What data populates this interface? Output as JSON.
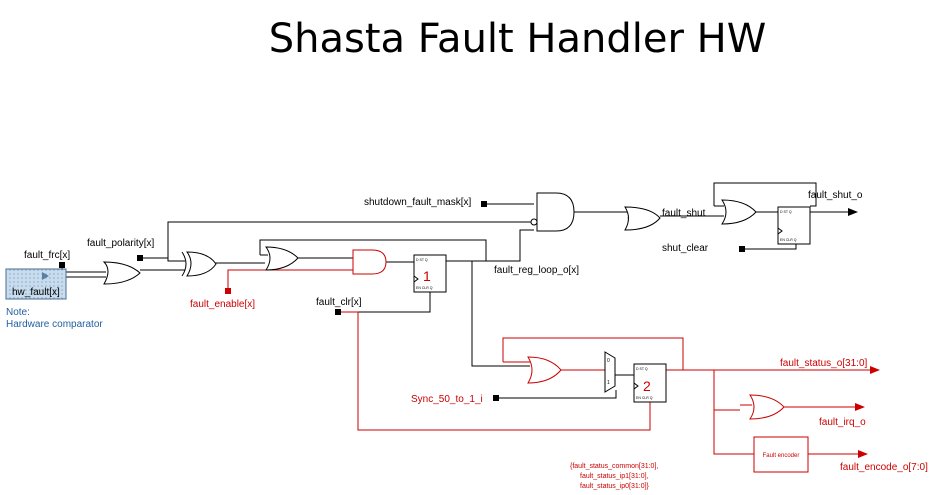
{
  "title": "Shasta Fault Handler HW",
  "signals": {
    "fault_frc": "fault_frc[x]",
    "fault_polarity": "fault_polarity[x]",
    "hw_fault": "hw_fault[x]",
    "note_line1": "Note:",
    "note_line2": "Hardware comparator",
    "fault_enable": "fault_enable[x]",
    "shutdown_fault_mask": "shutdown_fault_mask[x]",
    "fault_shut": "fault_shut",
    "fault_shut_o": "fault_shut_o",
    "shut_clear": "shut_clear",
    "fault_reg_loop_o": "fault_reg_loop_o[x]",
    "fault_clr": "fault_clr[x]",
    "sync": "Sync_50_to_1_i",
    "fault_status_o": "fault_status_o[31:0]",
    "fault_irq_o": "fault_irq_o",
    "fault_encode_o": "fault_encode_o[7:0]",
    "fault_encoder": "Fault encoder",
    "reg1_label": "1",
    "reg2_label": "2",
    "mux0": "0",
    "mux1": "1",
    "concat_line1": "{fault_status_common[31:0],",
    "concat_line2": "fault_status_ip1[31:0],",
    "concat_line3": "fault_status_ip0[31:0]}"
  },
  "colors": {
    "wire": "#000000",
    "red_path": "#cc0000",
    "hw_fault_fill": "#c9dced",
    "note": "#1f5f9f"
  }
}
